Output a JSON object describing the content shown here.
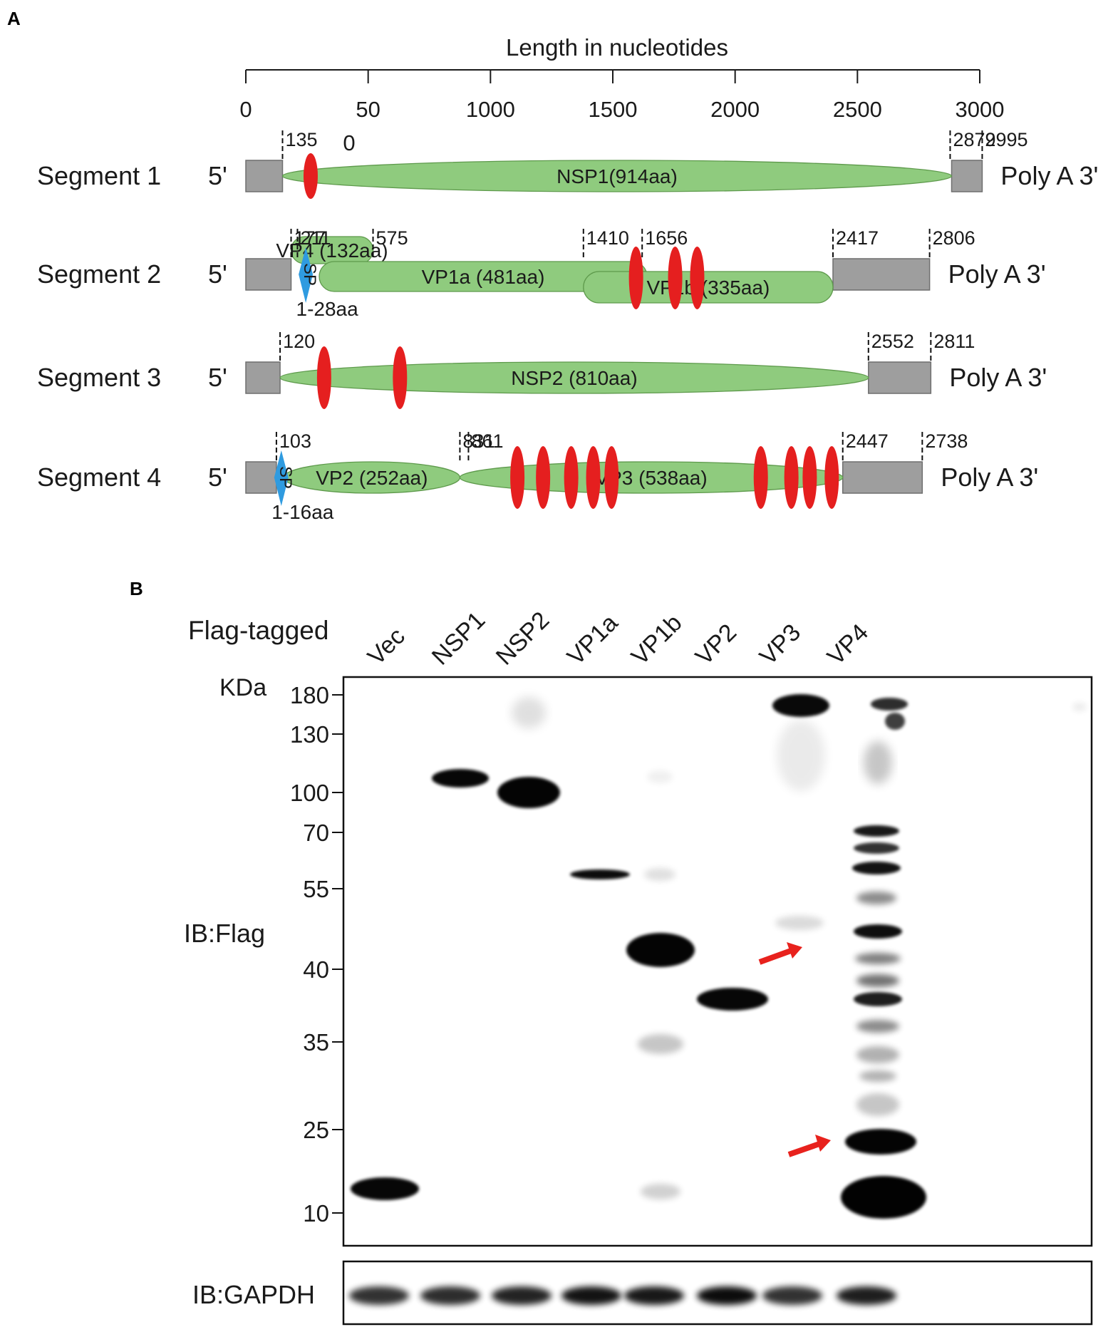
{
  "panel_a": {
    "label": "A",
    "axis": {
      "title": "Length in nucleotides",
      "ticks": [
        {
          "value": 0,
          "label": "0"
        },
        {
          "value": 500,
          "label": "50"
        },
        {
          "value": 1000,
          "label": "1000"
        },
        {
          "value": 1500,
          "label": "1500"
        },
        {
          "value": 2000,
          "label": "2000"
        },
        {
          "value": 2500,
          "label": "2500"
        },
        {
          "value": 3000,
          "label": "3000"
        }
      ],
      "stray_label": "0"
    },
    "segments": [
      {
        "name": "Segment 1",
        "five_prime": "5'",
        "three_prime": "Poly A 3'",
        "length": 2995,
        "boxes": [
          [
            0,
            150
          ],
          [
            2885,
            3010
          ]
        ],
        "orfs": [
          {
            "label": "NSP1(914aa)",
            "start": 150,
            "end": 2885
          }
        ],
        "sp": [],
        "markers": [
          {
            "label": "135",
            "pos": 150
          },
          {
            "label": "2879",
            "pos": 2879
          },
          {
            "label": "2995",
            "pos": 3010
          }
        ],
        "sites": [
          265
        ]
      },
      {
        "name": "Segment 2",
        "five_prime": "5'",
        "three_prime": "Poly A 3'",
        "length": 2806,
        "boxes": [
          [
            0,
            185
          ],
          [
            2400,
            2795
          ]
        ],
        "orfs": [
          {
            "label": "VP4 (132aa)",
            "start": 185,
            "end": 520,
            "lane": "upper"
          },
          {
            "label": "VP1a (481aa)",
            "start": 300,
            "end": 1640,
            "lane": "mid"
          },
          {
            "label": "VP1b (335aa)",
            "start": 1380,
            "end": 2400,
            "lane": "lower"
          }
        ],
        "sp": [
          {
            "label": "SP",
            "note": "1-28aa",
            "pos": 245
          }
        ],
        "markers": [
          {
            "label": "177",
            "pos": 185
          },
          {
            "label": "211",
            "pos": 211
          },
          {
            "label": "575",
            "pos": 520
          },
          {
            "label": "1410",
            "pos": 1380
          },
          {
            "label": "1656",
            "pos": 1620
          },
          {
            "label": "2417",
            "pos": 2400
          },
          {
            "label": "2806",
            "pos": 2795
          }
        ],
        "sites": [
          1595,
          1755,
          1845
        ]
      },
      {
        "name": "Segment 3",
        "five_prime": "5'",
        "three_prime": "Poly A 3'",
        "length": 2811,
        "boxes": [
          [
            0,
            140
          ],
          [
            2545,
            2800
          ]
        ],
        "orfs": [
          {
            "label": "NSP2 (810aa)",
            "start": 140,
            "end": 2545
          }
        ],
        "sp": [],
        "markers": [
          {
            "label": "120",
            "pos": 140
          },
          {
            "label": "2552",
            "pos": 2545
          },
          {
            "label": "2811",
            "pos": 2800
          }
        ],
        "sites": [
          320,
          630
        ]
      },
      {
        "name": "Segment 4",
        "five_prime": "5'",
        "three_prime": "Poly A 3'",
        "length": 2738,
        "boxes": [
          [
            0,
            125
          ],
          [
            2440,
            2765
          ]
        ],
        "orfs": [
          {
            "label": "VP2 (252aa)",
            "start": 155,
            "end": 875
          },
          {
            "label": "VP3 (538aa)",
            "start": 875,
            "end": 2440
          }
        ],
        "sp": [
          {
            "label": "SP",
            "note": "1-16aa",
            "pos": 145
          }
        ],
        "markers": [
          {
            "label": "103",
            "pos": 125
          },
          {
            "label": "831",
            "pos": 875
          },
          {
            "label": "861",
            "pos": 910
          },
          {
            "label": "2447",
            "pos": 2440
          },
          {
            "label": "2738",
            "pos": 2765
          }
        ],
        "sites": [
          1110,
          1215,
          1330,
          1420,
          1495,
          2105,
          2230,
          2305,
          2395
        ]
      }
    ]
  },
  "panel_b": {
    "label": "B",
    "header": "Flag-tagged",
    "lanes": [
      "Vec",
      "NSP1",
      "NSP2",
      "VP1a",
      "VP1b",
      "VP2",
      "VP3",
      "VP4"
    ],
    "kda_label": "KDa",
    "markers": [
      "180",
      "130",
      "100",
      "70",
      "55",
      "40",
      "35",
      "25",
      "10"
    ],
    "blot_label": "IB:Flag",
    "loading_label": "IB:GAPDH",
    "arrow_color": "#e8221d",
    "site_color": "#e51f1f",
    "orf_color": "#8fcb7e",
    "box_color": "#9e9e9e",
    "sp_color": "#2f9be0"
  }
}
